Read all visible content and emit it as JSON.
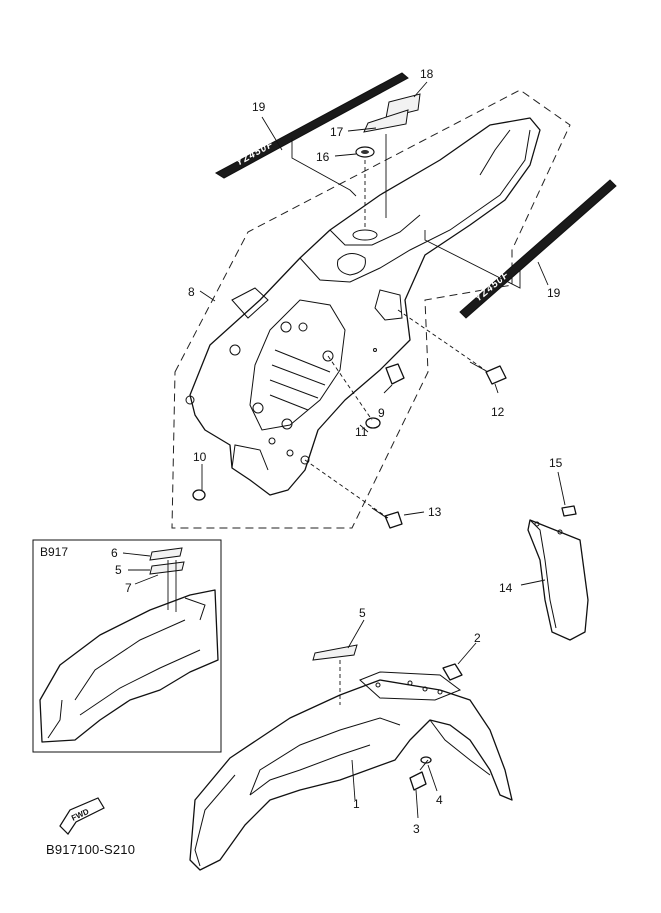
{
  "inset": {
    "title": "B917"
  },
  "drawing_code": "B917100-S210",
  "fwd_label": "FWD",
  "decal_text": "YZ450F",
  "callouts": {
    "c1": "1",
    "c2": "2",
    "c3": "3",
    "c4": "4",
    "c5": "5",
    "c5b": "5",
    "c6": "6",
    "c7": "7",
    "c8": "8",
    "c9": "9",
    "c10": "10",
    "c11": "11",
    "c12": "12",
    "c13": "13",
    "c14": "14",
    "c15": "15",
    "c16": "16",
    "c17": "17",
    "c18": "18",
    "c19a": "19",
    "c19b": "19"
  }
}
